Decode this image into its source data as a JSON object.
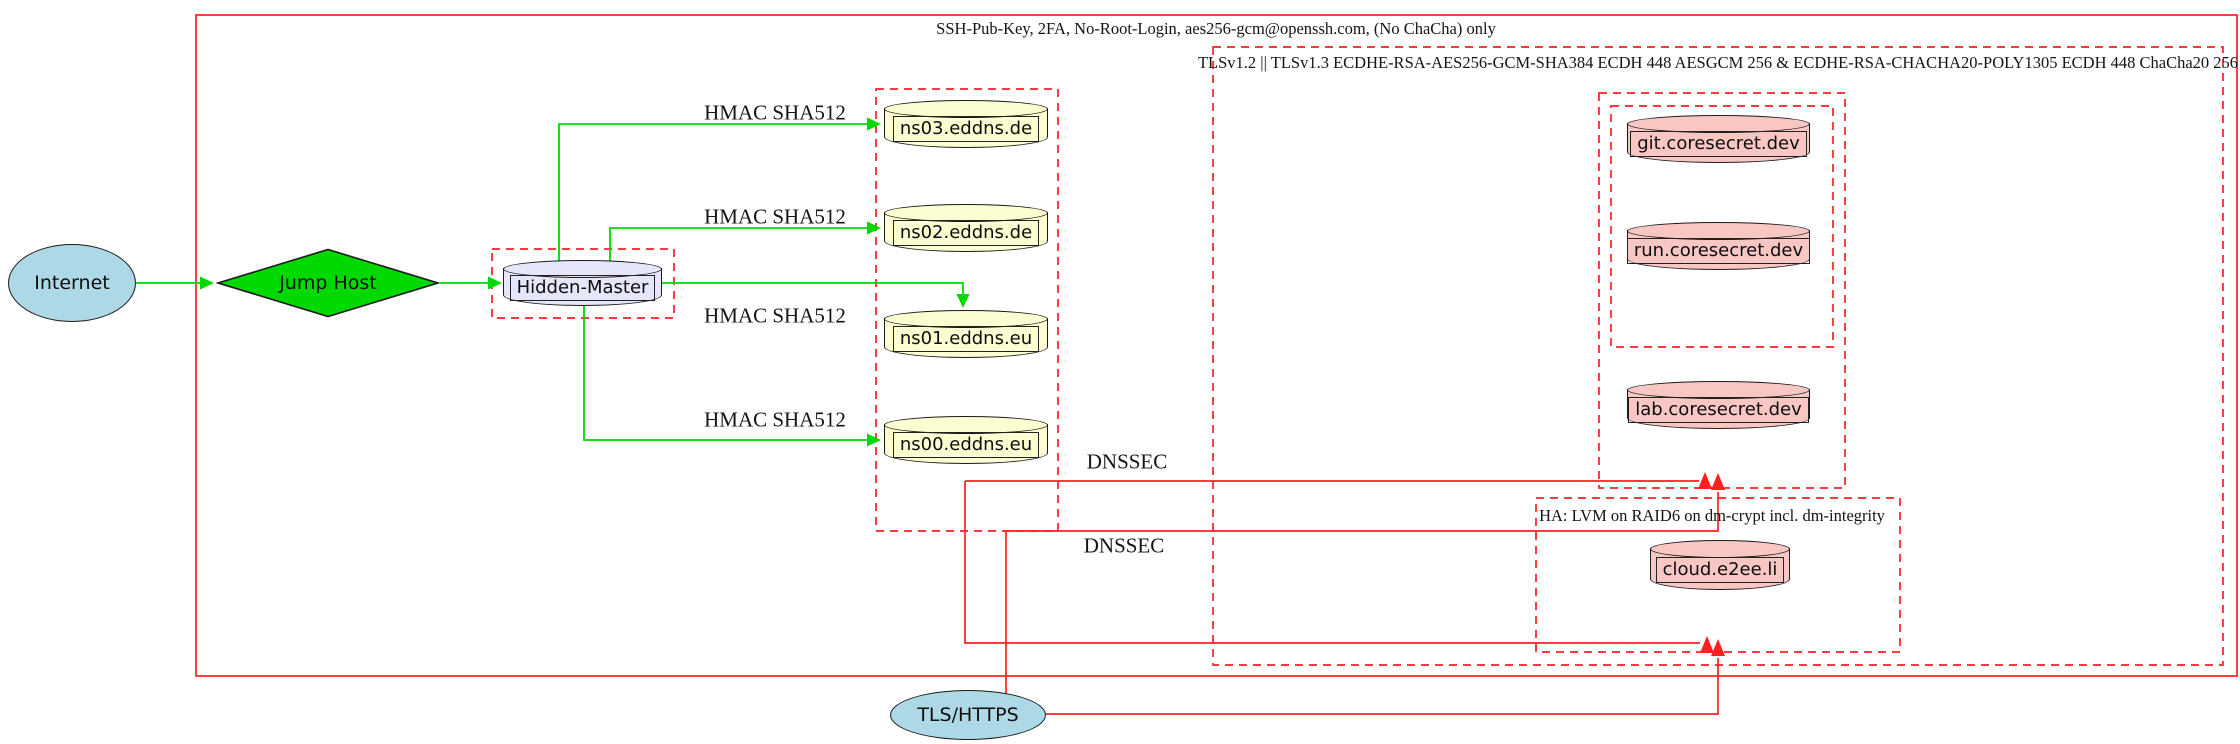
{
  "colors": {
    "green": "#00d900",
    "red": "#ff2020",
    "stroke": "#1b1b1b",
    "node_blue": "#add8e6",
    "node_lavender": "#e6e6fa",
    "node_yellow": "#fdfdd2",
    "node_pink": "#f8c7c4"
  },
  "clusters": {
    "ssh_box": {
      "label": "SSH-Pub-Key, 2FA, No-Root-Login, aes256-gcm@openssh.com, (No ChaCha) only"
    },
    "tls_box": {
      "label": "TLSv1.2 || TLSv1.3 ECDHE-RSA-AES256-GCM-SHA384 ECDH 448 AESGCM 256 & ECDHE-RSA-CHACHA20-POLY1305 ECDH 448 ChaCha20 256"
    },
    "ha_box": {
      "label": "HA: LVM on RAID6 on dm-crypt incl. dm-integrity"
    }
  },
  "nodes": {
    "internet": {
      "label": "Internet"
    },
    "jump_host": {
      "label": "Jump Host"
    },
    "hidden_master": {
      "label": "Hidden-Master"
    },
    "ns03": {
      "label": "ns03.eddns.de"
    },
    "ns02": {
      "label": "ns02.eddns.de"
    },
    "ns01": {
      "label": "ns01.eddns.eu"
    },
    "ns00": {
      "label": "ns00.eddns.eu"
    },
    "git": {
      "label": "git.coresecret.dev"
    },
    "run": {
      "label": "run.coresecret.dev"
    },
    "lab": {
      "label": "lab.coresecret.dev"
    },
    "cloud": {
      "label": "cloud.e2ee.li"
    },
    "tls_https": {
      "label": "TLS/HTTPS"
    }
  },
  "edge_labels": {
    "hmac": "HMAC SHA512",
    "dnssec": "DNSSEC"
  }
}
